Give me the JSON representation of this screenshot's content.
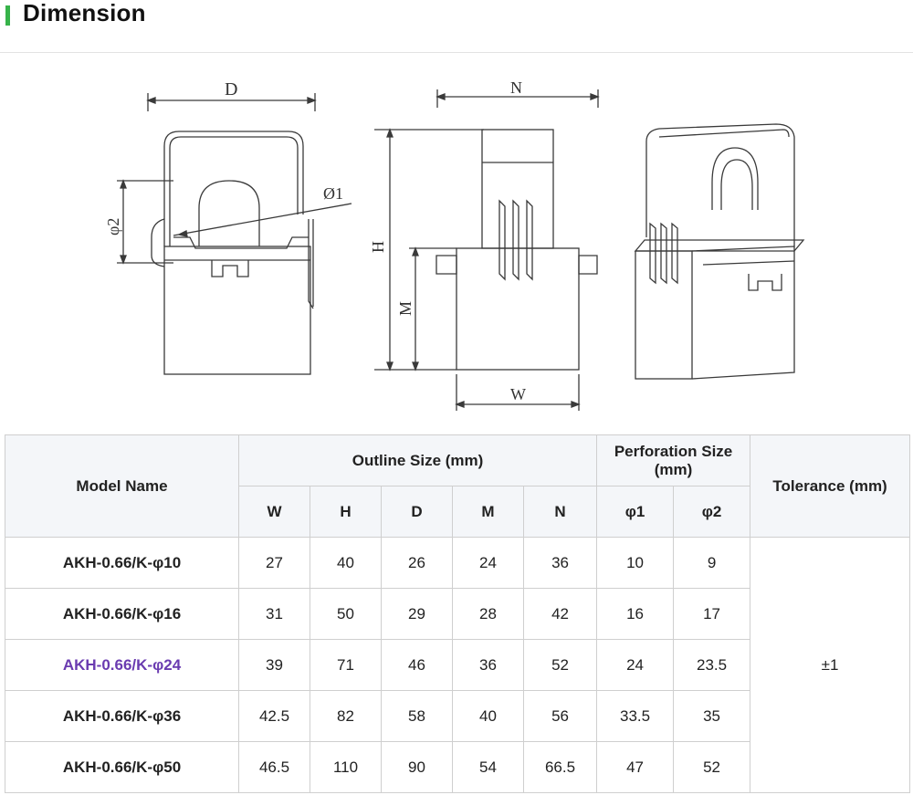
{
  "page": {
    "title": "Dimension",
    "accent_color": "#37b34a"
  },
  "drawings": {
    "front": {
      "label_d": "D",
      "label_phi1": "Ø1",
      "label_phi2": "φ2"
    },
    "side": {
      "label_n": "N",
      "label_h": "H",
      "label_m": "M",
      "label_w": "W"
    }
  },
  "table": {
    "headers": {
      "model": "Model Name",
      "outline": "Outline Size (mm)",
      "perforation": "Perforation Size (mm)",
      "tolerance": "Tolerance (mm)",
      "w": "W",
      "h": "H",
      "d": "D",
      "m": "M",
      "n": "N",
      "p1": "φ1",
      "p2": "φ2"
    },
    "rows": [
      {
        "model": "AKH-0.66/K-φ10",
        "w": "27",
        "h": "40",
        "d": "26",
        "m": "24",
        "n": "36",
        "p1": "10",
        "p2": "9"
      },
      {
        "model": "AKH-0.66/K-φ16",
        "w": "31",
        "h": "50",
        "d": "29",
        "m": "28",
        "n": "42",
        "p1": "16",
        "p2": "17"
      },
      {
        "model": "AKH-0.66/K-φ24",
        "w": "39",
        "h": "71",
        "d": "46",
        "m": "36",
        "n": "52",
        "p1": "24",
        "p2": "23.5"
      },
      {
        "model": "AKH-0.66/K-φ36",
        "w": "42.5",
        "h": "82",
        "d": "58",
        "m": "40",
        "n": "56",
        "p1": "33.5",
        "p2": "35"
      },
      {
        "model": "AKH-0.66/K-φ50",
        "w": "46.5",
        "h": "110",
        "d": "90",
        "m": "54",
        "n": "66.5",
        "p1": "47",
        "p2": "52"
      }
    ],
    "tolerance_value": "±1",
    "highlight_color": "#6a3bb0"
  }
}
